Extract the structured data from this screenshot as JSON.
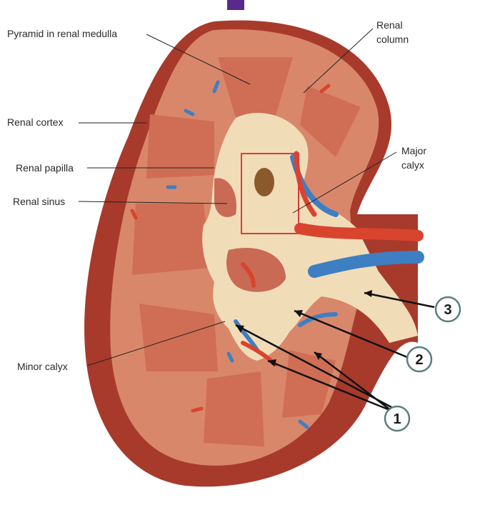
{
  "labels": {
    "pyramid": "Pyramid in renal medulla",
    "renal_column_line1": "Renal",
    "renal_column_line2": "column",
    "renal_cortex": "Renal cortex",
    "major_calyx_line1": "Major",
    "major_calyx_line2": "calyx",
    "renal_papilla": "Renal papilla",
    "renal_sinus": "Renal sinus",
    "minor_calyx": "Minor calyx"
  },
  "markers": {
    "m1": "1",
    "m2": "2",
    "m3": "3"
  },
  "colors": {
    "capsule": "#a83a2c",
    "cortex": "#d9876a",
    "pyramid": "#cf6e55",
    "sinus": "#f1dcb8",
    "vein": "#3e7fc4",
    "artery": "#d9442f",
    "highlight_box": "#e03a3a",
    "marker_ring": "#5b7d7d"
  }
}
